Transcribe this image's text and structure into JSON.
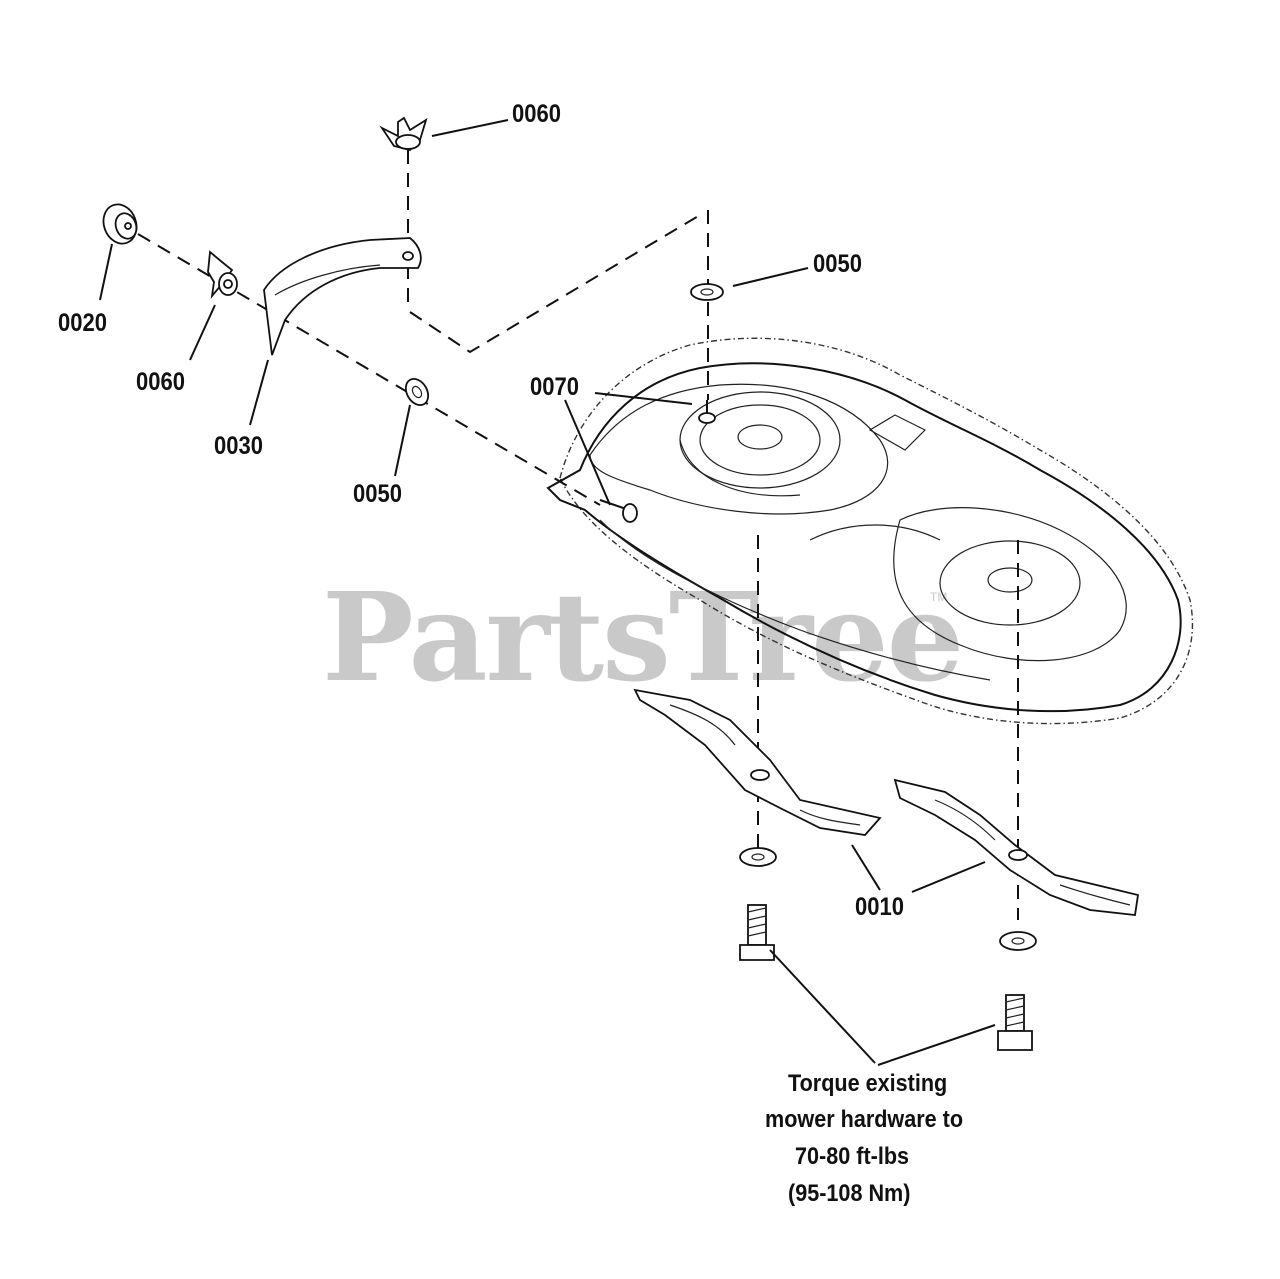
{
  "callouts": [
    {
      "id": "c-0060-top",
      "text": "0060"
    },
    {
      "id": "c-0050-right",
      "text": "0050"
    },
    {
      "id": "c-0020",
      "text": "0020"
    },
    {
      "id": "c-0060-left",
      "text": "0060"
    },
    {
      "id": "c-0030",
      "text": "0030"
    },
    {
      "id": "c-0050-left",
      "text": "0050"
    },
    {
      "id": "c-0070",
      "text": "0070"
    },
    {
      "id": "c-0010",
      "text": "0010"
    }
  ],
  "torque_note": {
    "line1": "Torque existing",
    "line2": "mower hardware to",
    "line3": "70-80 ft-lbs",
    "line4": "(95-108 Nm)"
  },
  "watermark": {
    "text": "PartsTree",
    "trademark": "TM"
  }
}
